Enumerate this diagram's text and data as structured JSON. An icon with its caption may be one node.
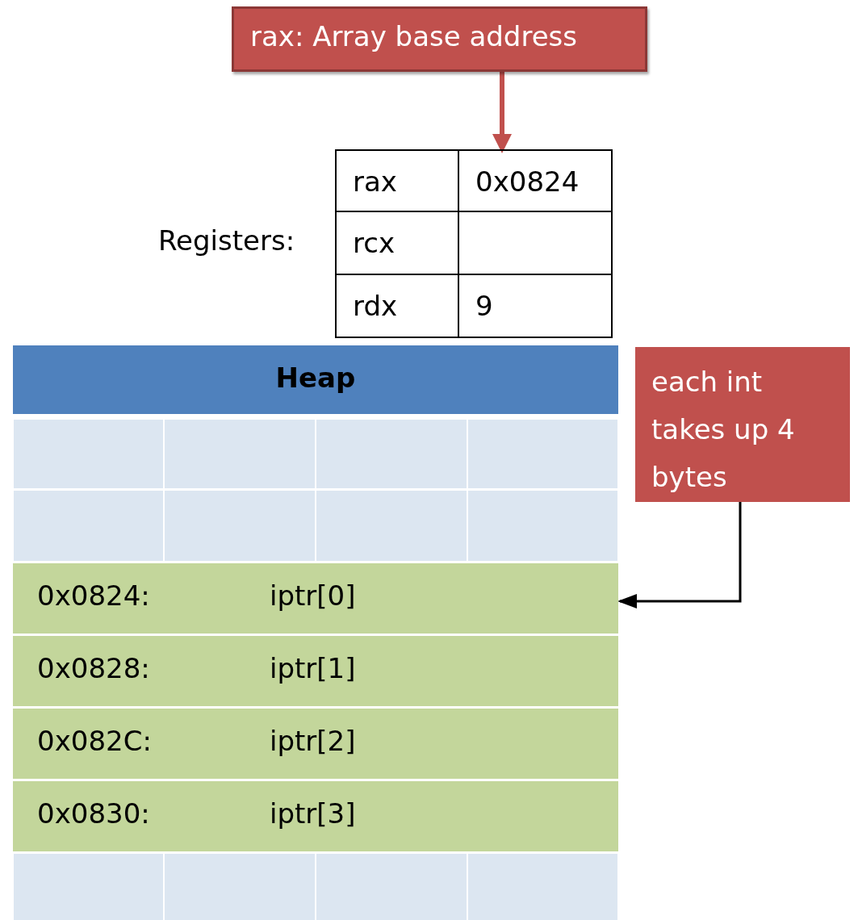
{
  "diagram": {
    "nodes": [
      {
        "text": [
          "rax: Array base address"
        ]
      },
      {
        "text": [
          "rax",
          "0x0824"
        ]
      },
      {
        "text": [
          "rcx"
        ]
      },
      {
        "text": [
          "rdx",
          "9"
        ]
      },
      {
        "text": [
          "Heap"
        ]
      },
      {
        "text": [
          "each int takes up 4 bytes"
        ]
      },
      {
        "text": [
          "0x0824:",
          "iptr[0]"
        ]
      },
      {
        "text": [
          "0x0828:",
          "iptr[1]"
        ]
      },
      {
        "text": [
          "0x082C:",
          "iptr[2]"
        ]
      },
      {
        "text": [
          "0x0830:",
          "iptr[3]"
        ]
      }
    ],
    "edges": [
      {
        "from": 0,
        "to": 1,
        "arrow": "to",
        "style": "thick",
        "color": "#c0504d"
      },
      {
        "from": 5,
        "to": 6,
        "arrow": "to",
        "color": "#000000"
      }
    ],
    "labels": [
      "Registers:"
    ]
  }
}
